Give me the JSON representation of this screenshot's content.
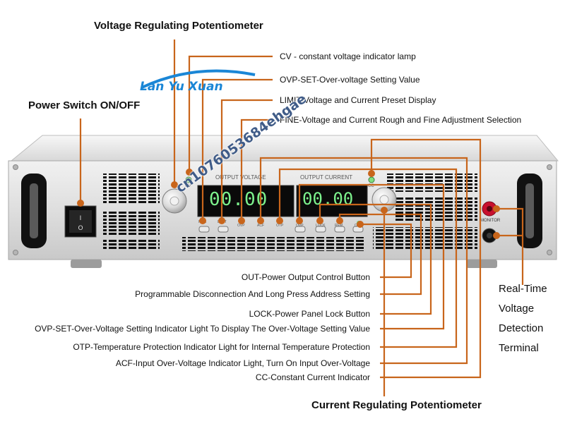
{
  "titles": {
    "voltage_pot": "Voltage Regulating Potentiometer",
    "power_switch": "Power Switch ON/OFF",
    "current_pot": "Current Regulating Potentiometer",
    "realtime": [
      "Real-Time",
      "Voltage",
      "Detection",
      "Terminal"
    ]
  },
  "callouts_top": [
    "CV - constant voltage indicator lamp",
    "OVP-SET-Over-voltage Setting Value",
    "LIMIT-Voltage and Current Preset Display",
    "FINE-Voltage and Current Rough and Fine Adjustment Selection"
  ],
  "callouts_bottom": [
    "OUT-Power Output Control Button",
    "Programmable Disconnection And Long Press Address Setting",
    "LOCK-Power Panel Lock Button",
    "OVP-SET-Over-Voltage Setting Indicator Light To Display The Over-Voltage Setting Value",
    "OTP-Temperature Protection Indicator Light for Internal Temperature Protection",
    "ACF-Input Over-Voltage Indicator Light, Turn On Input Over-Voltage",
    "CC-Constant Current Indicator"
  ],
  "panel": {
    "output_voltage_label": "OUTPUT VOLTAGE",
    "output_current_label": "OUTPUT CURRENT",
    "voltage_display": "00.00",
    "current_display": "00.00",
    "cv_label": "CV",
    "cc_label": "CC",
    "monitor_label": "MONITOR",
    "button_labels": [
      "FINE",
      "LIMIT",
      "OVP",
      "ACF",
      "OTP",
      "OVP",
      "LOCK",
      "REM",
      "OUT"
    ]
  },
  "watermarks": {
    "brand": "Lan Yu Xuan",
    "id": "cn1076053684ehgae"
  },
  "colors": {
    "leader": "#c8651b",
    "panel": "#dcdcdc",
    "display_bg": "#0a0a0a",
    "digit": "#7df28d",
    "brand_blue": "#1a86d6",
    "watermark": "#1f3f73"
  }
}
